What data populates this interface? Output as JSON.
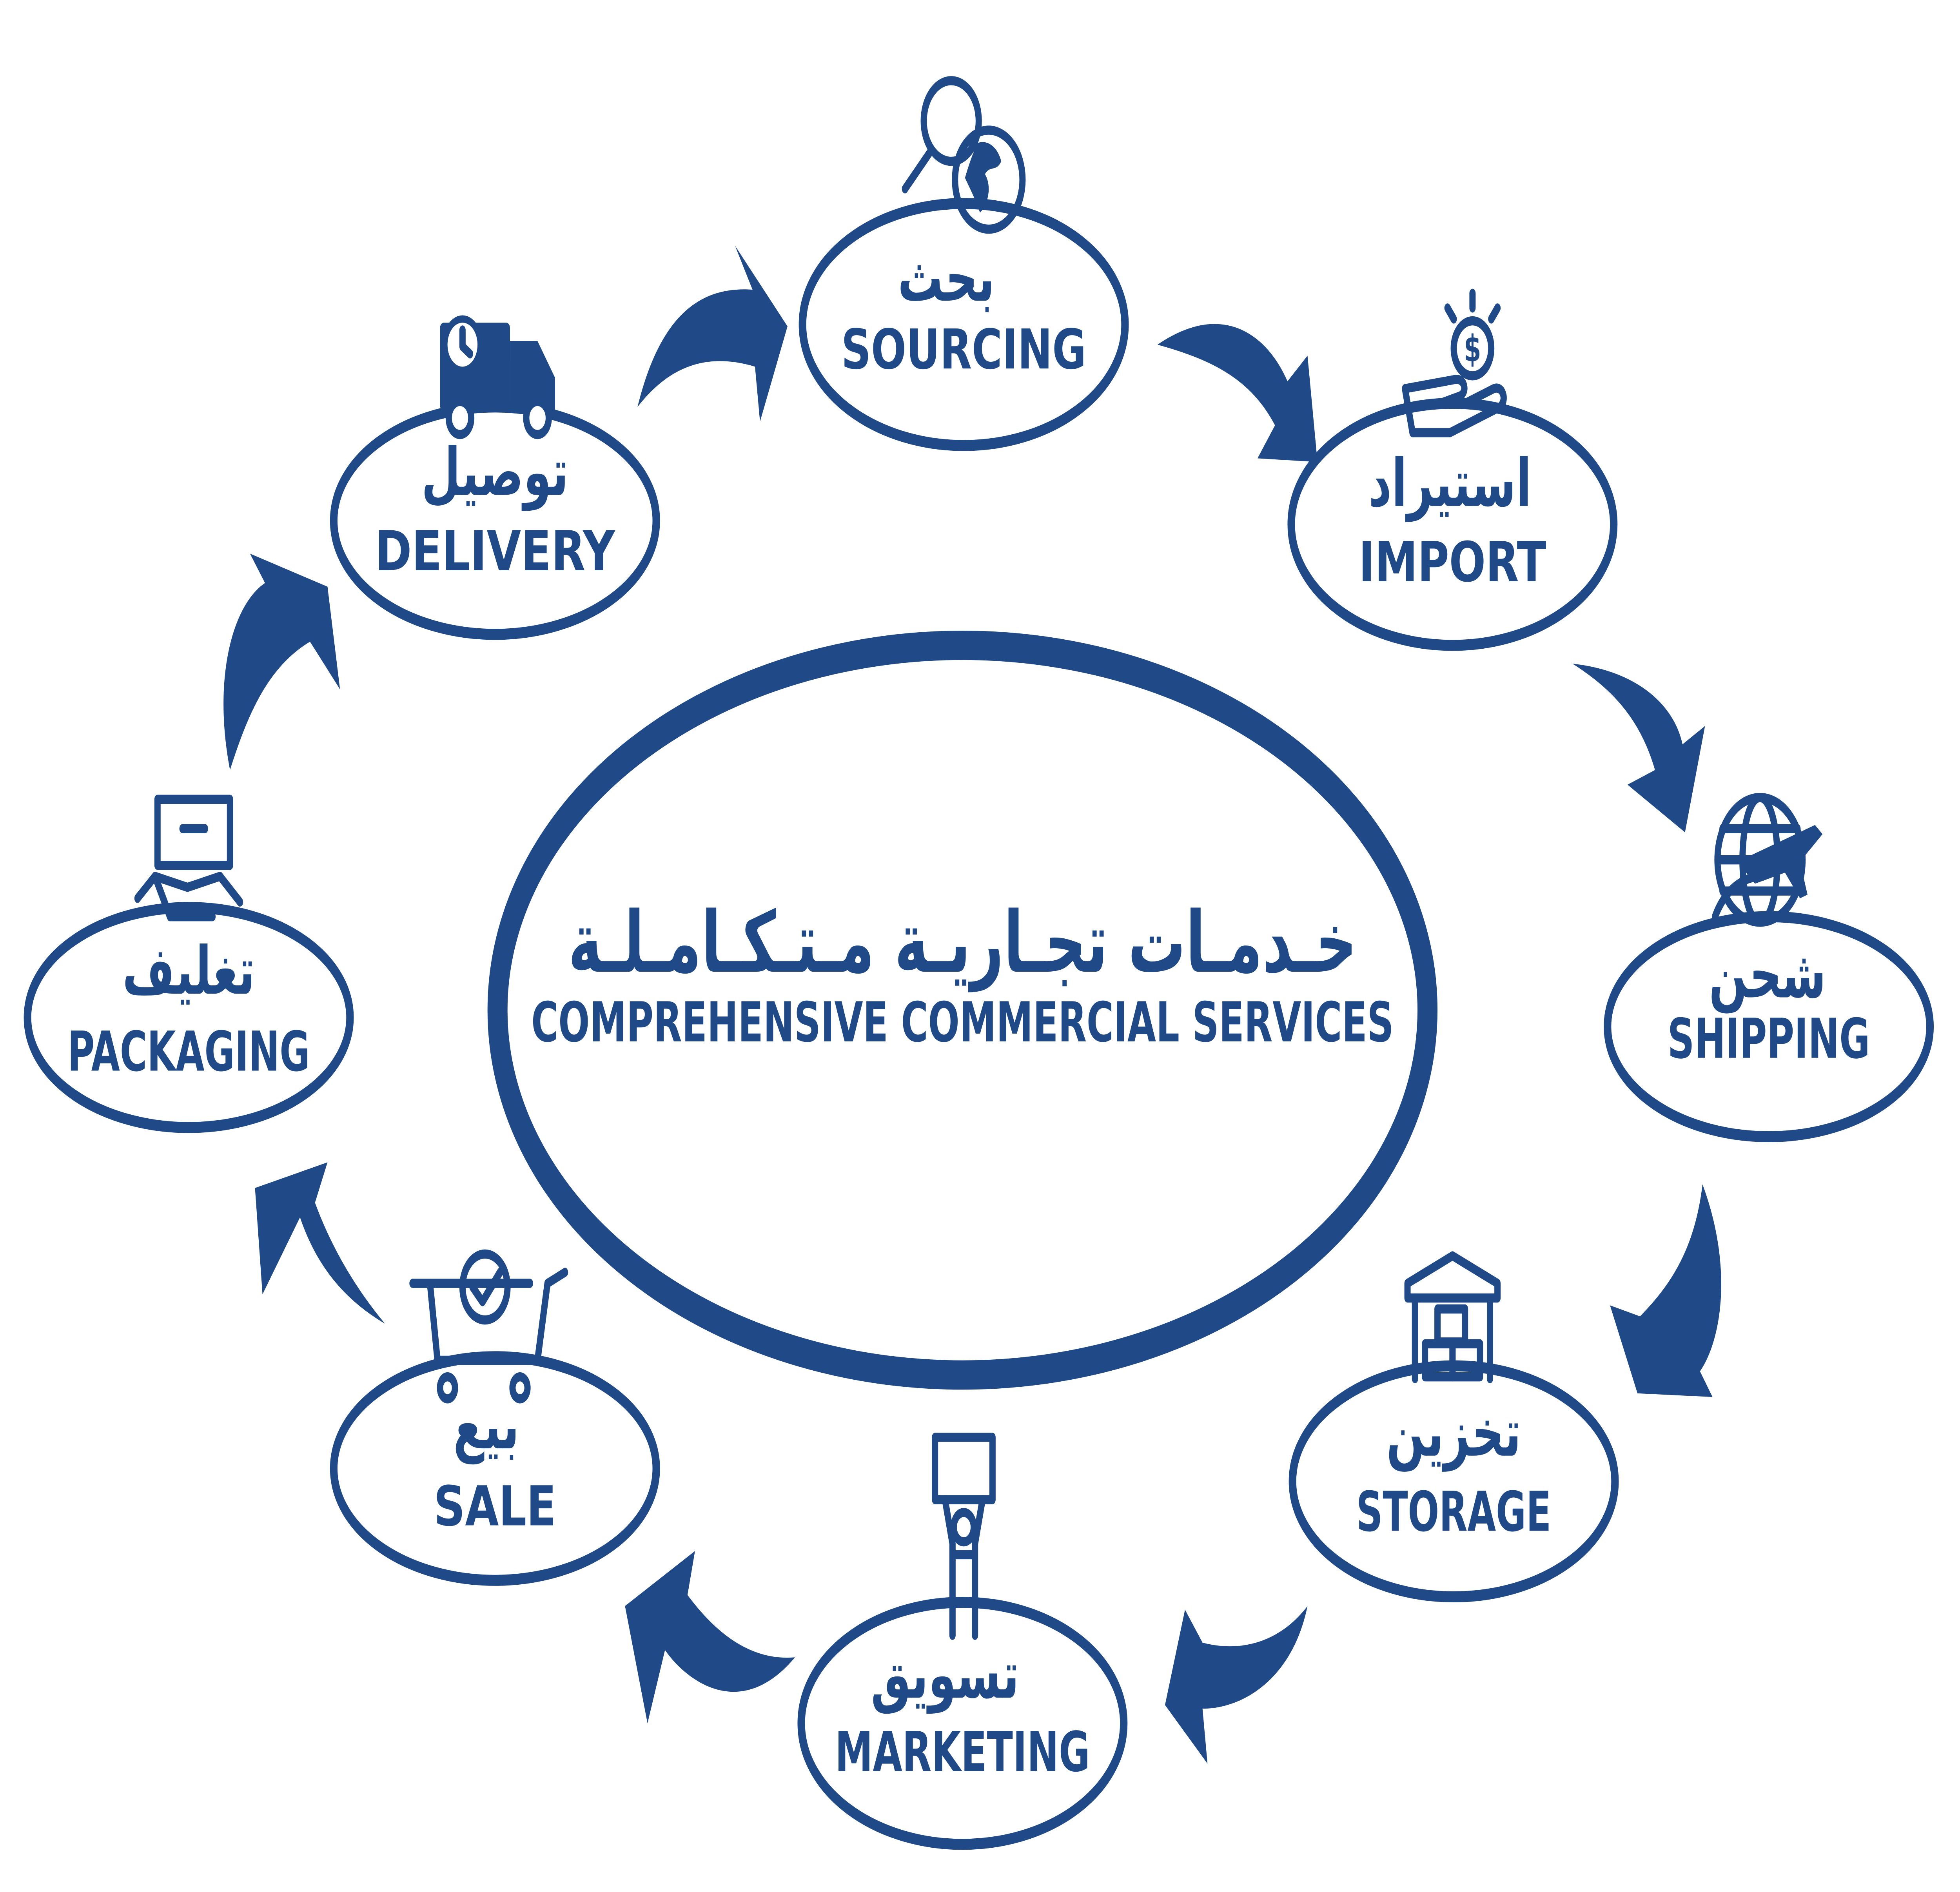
{
  "center": {
    "title_ar": "خـدمـات تجـاريـة مـتـكـامـلـة",
    "title_en": "COMPREHENSIVE COMMERCIAL SERVICES"
  },
  "colors": {
    "accent": "#1f4a87",
    "background": "#ffffff"
  },
  "steps": [
    {
      "id": "sourcing",
      "ar": "بحث",
      "en": "SOURCING",
      "icon": "magnifier-globe-icon"
    },
    {
      "id": "import",
      "ar": "استيراد",
      "en": "IMPORT",
      "icon": "hand-dollar-coin-icon"
    },
    {
      "id": "shipping",
      "ar": "شحن",
      "en": "SHIPPING",
      "icon": "globe-airplane-icon"
    },
    {
      "id": "storage",
      "ar": "تخزين",
      "en": "STORAGE",
      "icon": "warehouse-boxes-icon"
    },
    {
      "id": "marketing",
      "ar": "تسويق",
      "en": "MARKETING",
      "icon": "person-holding-box-icon"
    },
    {
      "id": "sale",
      "ar": "بيع",
      "en": "SALE",
      "icon": "cart-check-icon"
    },
    {
      "id": "packaging",
      "ar": "تغليف",
      "en": "PACKAGING",
      "icon": "hand-box-icon"
    },
    {
      "id": "delivery",
      "ar": "توصيل",
      "en": "DELIVERY",
      "icon": "truck-clock-icon"
    }
  ]
}
